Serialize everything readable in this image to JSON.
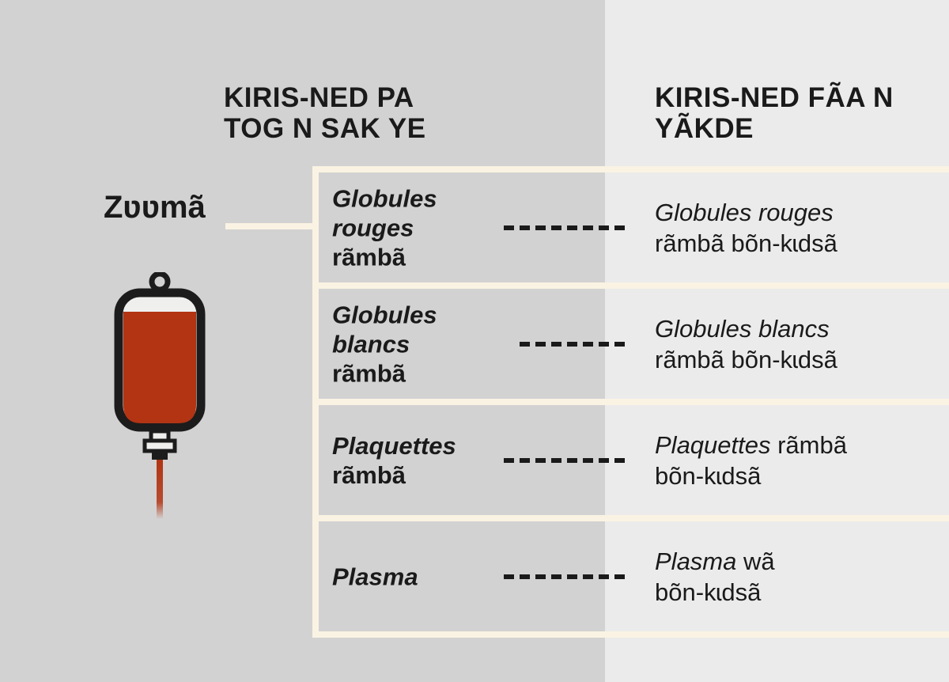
{
  "column_headers": {
    "left": "KIRIS-NED PA\nTOG N SAK YE",
    "right": "KIRIS-NED FÃA N\nYÃKDE"
  },
  "blood_label": "Zʋʋmã",
  "icons": {
    "blood_bag": "blood-bag-icon"
  },
  "colors": {
    "background_left": "#d2d2d2",
    "background_right": "#ebebeb",
    "divider_cream": "#faf3e3",
    "text": "#1a1a1a",
    "blood_red": "#b23413",
    "bag_outline": "#1c1c1c",
    "bag_empty": "#eff0ee"
  },
  "table": {
    "rows": [
      {
        "left": {
          "l1": "Globules",
          "l2": "rouges",
          "l3": "rãmbã"
        },
        "right": {
          "italic": "Globules rouges",
          "regular": "",
          "line2": "rãmbã bõn-kɩdsã"
        }
      },
      {
        "left": {
          "l1": "Globules",
          "l2": "blancs",
          "l3": "rãmbã"
        },
        "right": {
          "italic": "Globules blancs",
          "regular": "",
          "line2": "rãmbã bõn-kɩdsã"
        }
      },
      {
        "left": {
          "l1": "Plaquettes",
          "l2": "rãmbã"
        },
        "right": {
          "italic": "Plaquettes",
          "regular": " rãmbã",
          "line2": "bõn-kɩdsã"
        }
      },
      {
        "left": {
          "l1": "Plasma"
        },
        "right": {
          "italic": "Plasma",
          "regular": " wã",
          "line2": "bõn-kɩdsã"
        }
      }
    ]
  }
}
